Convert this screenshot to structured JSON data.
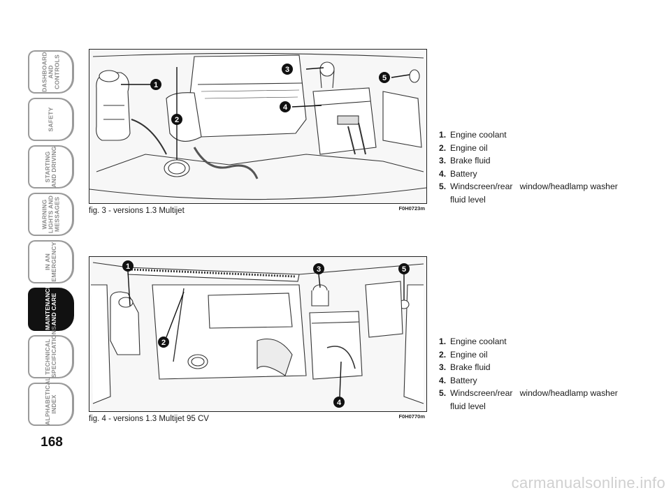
{
  "sidebar": {
    "tabs": [
      {
        "label": "DASHBOARD\nAND\nCONTROLS",
        "active": false
      },
      {
        "label": "SAFETY",
        "active": false
      },
      {
        "label": "STARTING\nAND DRIVING",
        "active": false
      },
      {
        "label": "WARNING\nLIGHTS AND\nMESSAGES",
        "active": false
      },
      {
        "label": "IN AN\nEMERGENCY",
        "active": false
      },
      {
        "label": "MAINTENANCE\nAND CARE",
        "active": true
      },
      {
        "label": "TECHNICAL\nSPECIFICATIONS",
        "active": false
      },
      {
        "label": "ALPHABETICAL\nINDEX",
        "active": false
      }
    ]
  },
  "page_number": "168",
  "figure1": {
    "caption": "fig. 3 - versions 1.3 Multijet",
    "code": "F0H0723m",
    "callouts": [
      "1",
      "2",
      "3",
      "4",
      "5"
    ]
  },
  "figure2": {
    "caption": "fig. 4 - versions 1.3 Multijet 95 CV",
    "code": "F0H0770m",
    "callouts": [
      "1",
      "2",
      "3",
      "4",
      "5"
    ]
  },
  "legend1": [
    {
      "num": "1.",
      "text": "Engine coolant"
    },
    {
      "num": "2.",
      "text": "Engine oil"
    },
    {
      "num": "3.",
      "text": "Brake fluid"
    },
    {
      "num": "4.",
      "text": "Battery"
    },
    {
      "num": "5.",
      "text": "Windscreen/rear   window/headlamp washer fluid level"
    }
  ],
  "legend2": [
    {
      "num": "1.",
      "text": "Engine coolant"
    },
    {
      "num": "2.",
      "text": "Engine oil"
    },
    {
      "num": "3.",
      "text": "Brake fluid"
    },
    {
      "num": "4.",
      "text": "Battery"
    },
    {
      "num": "5.",
      "text": "Windscreen/rear   window/headlamp washer fluid level"
    }
  ],
  "watermark": "carmanualsonline.info"
}
